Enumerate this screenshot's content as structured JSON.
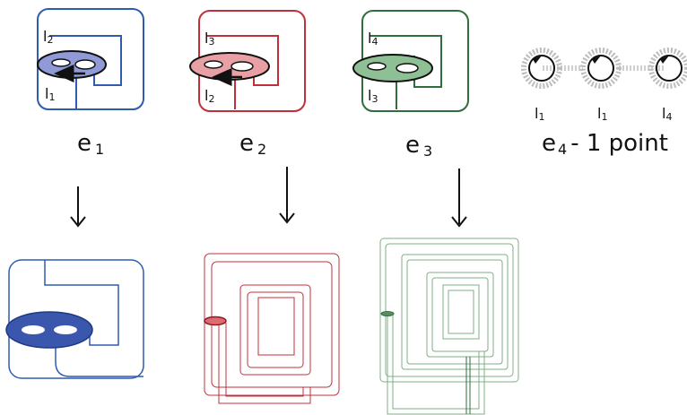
{
  "colors": {
    "blue": "#2f5cb0",
    "blue_fill": "#8f9ad6",
    "blue_solid": "#3a57ad",
    "red": "#c0303a",
    "red_fill": "#e9a0a4",
    "green": "#2f6e3a",
    "green_fill": "#8fbf94",
    "green_light": "#7fae86",
    "gray": "#9a9a9a",
    "black": "#111111"
  },
  "panels": [
    {
      "name": "e",
      "sub": "1",
      "top_label": "l",
      "top_sub": "2",
      "bottom_label": "l",
      "bottom_sub": "1"
    },
    {
      "name": "e",
      "sub": "2",
      "top_label": "l",
      "top_sub": "3",
      "bottom_label": "l",
      "bottom_sub": "2"
    },
    {
      "name": "e",
      "sub": "3",
      "top_label": "l",
      "top_sub": "4",
      "bottom_label": "l",
      "bottom_sub": "3"
    }
  ],
  "chain": {
    "caption_e": "e",
    "caption_sub": "4",
    "caption_rest": "- 1 point",
    "labels": [
      {
        "l": "l",
        "sub": "1"
      },
      {
        "l": "l",
        "sub": "1"
      },
      {
        "l": "l",
        "sub": "4"
      }
    ]
  },
  "arrows": [
    "arrow-1",
    "arrow-2",
    "arrow-3"
  ]
}
